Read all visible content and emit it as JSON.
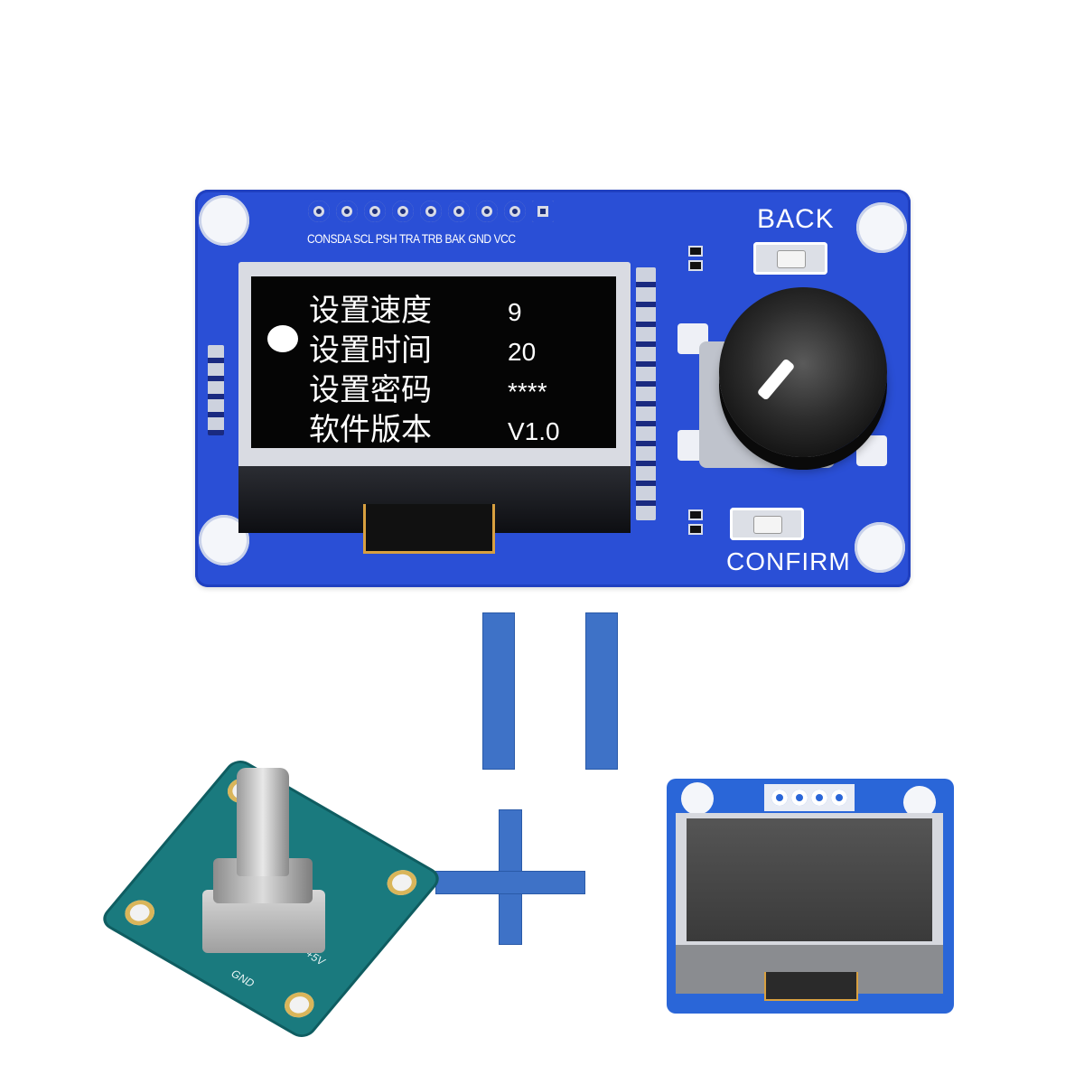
{
  "board": {
    "pin_labels": "CONSDA SCL PSH TRA TRB BAK GND VCC",
    "button_back": "BACK",
    "button_confirm": "CONFIRM"
  },
  "oled_menu": {
    "items": [
      {
        "label": "设置速度",
        "value": "9"
      },
      {
        "label": "设置时间",
        "value": "20"
      },
      {
        "label": "设置密码",
        "value": "****"
      },
      {
        "label": "软件版本",
        "value": "V1.0"
      }
    ],
    "selected_index": 1
  },
  "encoder_module": {
    "labels": [
      "GND",
      "+5V"
    ]
  },
  "colors": {
    "board_blue": "#2a4fd6",
    "symbol_blue": "#3e72c7",
    "encoder_pcb": "#1a7a7e"
  }
}
